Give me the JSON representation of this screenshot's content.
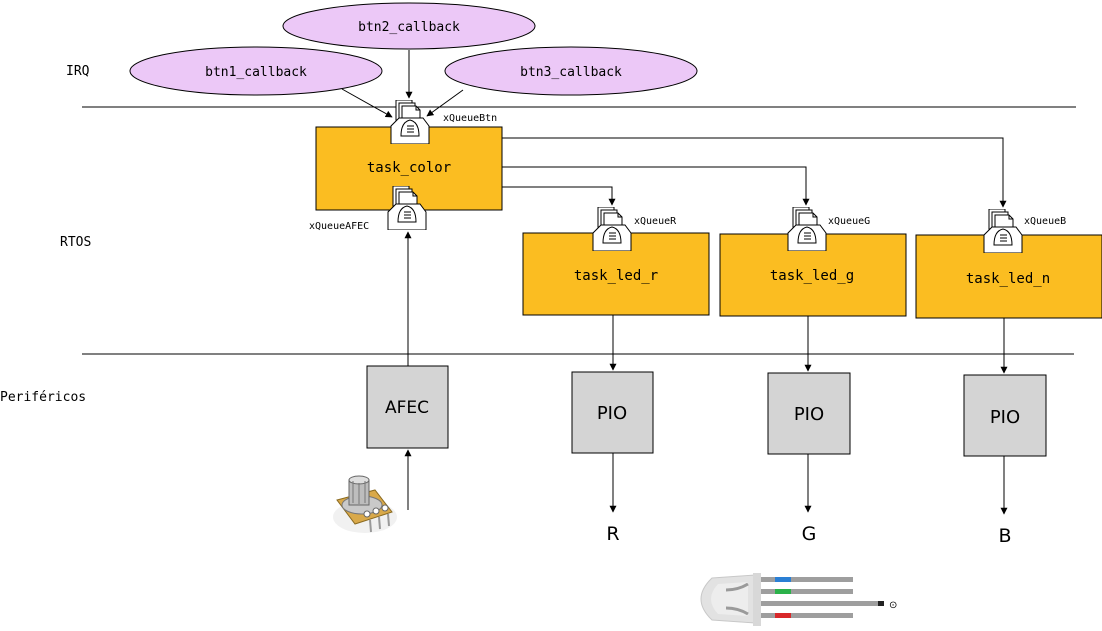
{
  "layers": {
    "irq": "IRQ",
    "rtos": "RTOS",
    "perifericos": "Periféricos"
  },
  "callbacks": {
    "btn1": "btn1_callback",
    "btn2": "btn2_callback",
    "btn3": "btn3_callback"
  },
  "tasks": {
    "color": "task_color",
    "led_r": "task_led_r",
    "led_g": "task_led_g",
    "led_n": "task_led_n"
  },
  "queues": {
    "btn": "xQueueBtn",
    "afec": "xQueueAFEC",
    "r": "xQueueR",
    "g": "xQueueG",
    "b": "xQueueB"
  },
  "peripherals": {
    "afec": "AFEC",
    "pio_r": "PIO",
    "pio_g": "PIO",
    "pio_b": "PIO"
  },
  "outputs": {
    "r": "R",
    "g": "G",
    "b": "B"
  },
  "colors": {
    "callback_fill": "#ecc8f7",
    "task_fill": "#fbbd21",
    "peripheral_fill": "#d4d4d4",
    "line": "#000000",
    "led_blue": "#2a7fd4",
    "led_green": "#2bb24a",
    "led_red": "#d8282a"
  }
}
